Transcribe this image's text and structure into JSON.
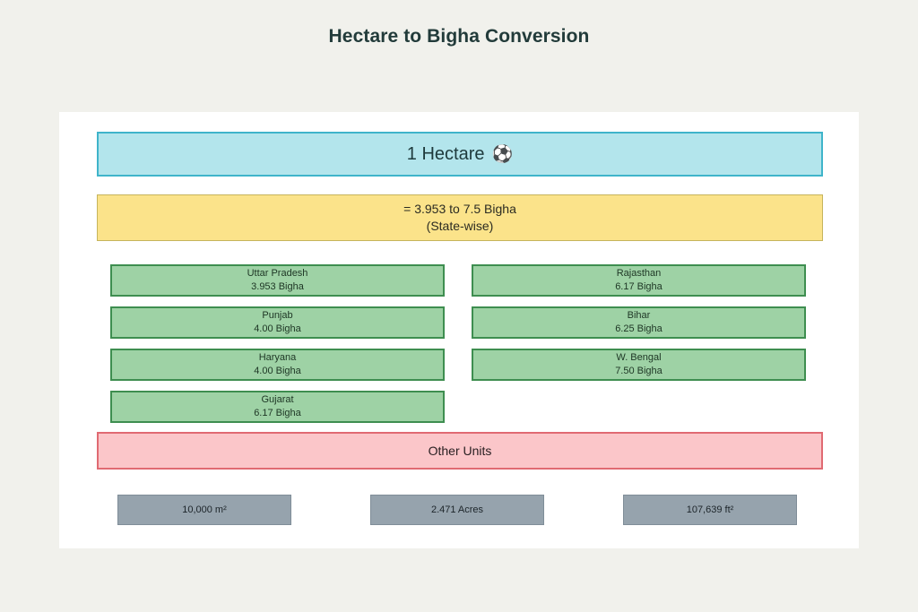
{
  "title": "Hectare to Bigha Conversion",
  "source": {
    "label": "1 Hectare",
    "icon_glyph": "⚽",
    "icon_name": "soccer-ball-icon"
  },
  "range": {
    "line1": "= 3.953 to 7.5 Bigha",
    "line2": "(State-wise)"
  },
  "states_left": [
    {
      "name": "Uttar Pradesh",
      "value": "3.953 Bigha"
    },
    {
      "name": "Punjab",
      "value": "4.00 Bigha"
    },
    {
      "name": "Haryana",
      "value": "4.00 Bigha"
    },
    {
      "name": "Gujarat",
      "value": "6.17 Bigha"
    }
  ],
  "states_right": [
    {
      "name": "Rajasthan",
      "value": "6.17 Bigha"
    },
    {
      "name": "Bihar",
      "value": "6.25 Bigha"
    },
    {
      "name": "W. Bengal",
      "value": "7.50 Bigha"
    }
  ],
  "other_units_header": "Other Units",
  "other_units": [
    {
      "label": "10,000 m²"
    },
    {
      "label": "2.471 Acres"
    },
    {
      "label": "107,639 ft²"
    }
  ],
  "colors": {
    "background": "#f1f1ec",
    "panel": "#ffffff",
    "title_text": "#223b3a",
    "hectare_fill": "#b3e5ec",
    "hectare_border": "#3fb4ca",
    "range_fill": "#fbe38a",
    "range_border": "#c6b45c",
    "state_fill": "#9ed2a5",
    "state_border": "#3e8e50",
    "other_fill": "#fbc6c9",
    "other_border": "#e06a72",
    "unit_fill": "#96a3ad",
    "unit_border": "#7f8d98"
  }
}
